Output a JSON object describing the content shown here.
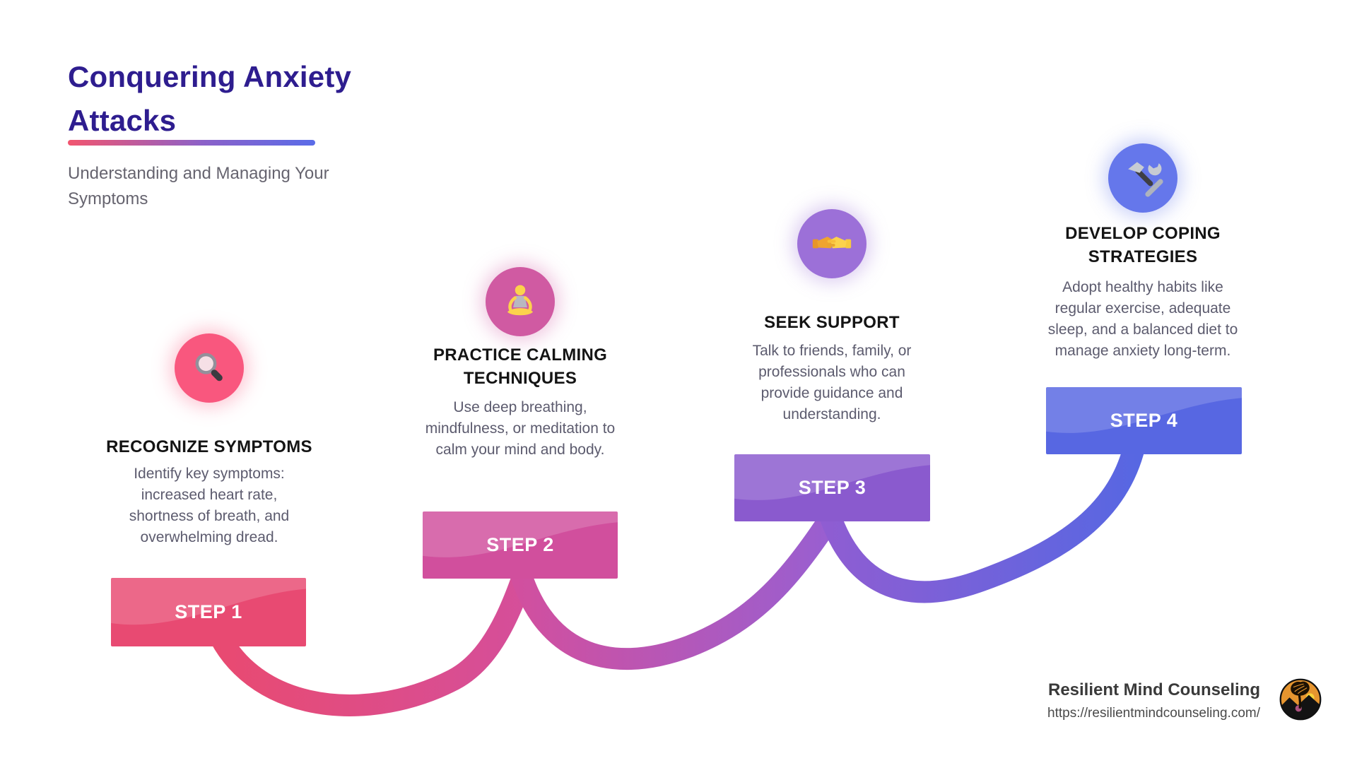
{
  "header": {
    "title": "Conquering Anxiety Attacks",
    "subtitle": "Understanding and Managing Your Symptoms",
    "title_color": "#2E1D8F",
    "accent_gradient": [
      "#F2556F",
      "#5A6CE8"
    ]
  },
  "steps": [
    {
      "label": "STEP 1",
      "icon": "magnifying-glass",
      "circle_color": "#F9577E",
      "bar_color": "#E84A72",
      "title_lines": [
        "RECOGNIZE SYMPTOMS"
      ],
      "desc_lines": [
        "Identify key symptoms:",
        "increased heart rate,",
        "shortness of breath, and",
        "overwhelming dread."
      ]
    },
    {
      "label": "STEP 2",
      "icon": "person-meditating",
      "circle_color": "#D05AA2",
      "bar_color": "#D14F9D",
      "title_lines": [
        "PRACTICE CALMING",
        "TECHNIQUES"
      ],
      "desc_lines": [
        "Use deep breathing,",
        "mindfulness, or meditation to",
        "calm your mind and body."
      ]
    },
    {
      "label": "STEP 3",
      "icon": "handshake",
      "circle_color": "#9C70D8",
      "bar_color": "#8A5ACE",
      "title_lines": [
        "SEEK SUPPORT"
      ],
      "desc_lines": [
        "Talk to friends, family, or",
        "professionals who can",
        "provide guidance and",
        "understanding."
      ]
    },
    {
      "label": "STEP 4",
      "icon": "hammer-and-wrench",
      "circle_color": "#6577EB",
      "bar_color": "#5767E2",
      "title_lines": [
        "DEVELOP COPING",
        "STRATEGIES"
      ],
      "desc_lines": [
        "Adopt healthy habits like",
        "regular exercise, adequate",
        "sleep, and a balanced diet to",
        "manage anxiety long-term."
      ]
    }
  ],
  "connector_gradients": [
    [
      "#E94A70",
      "#D44F9C"
    ],
    [
      "#D24F9E",
      "#9560D4"
    ],
    [
      "#8F5DD2",
      "#5767E2"
    ]
  ],
  "footer": {
    "brand": "Resilient Mind Counseling",
    "url": "https://resilientmindcounseling.com/"
  }
}
